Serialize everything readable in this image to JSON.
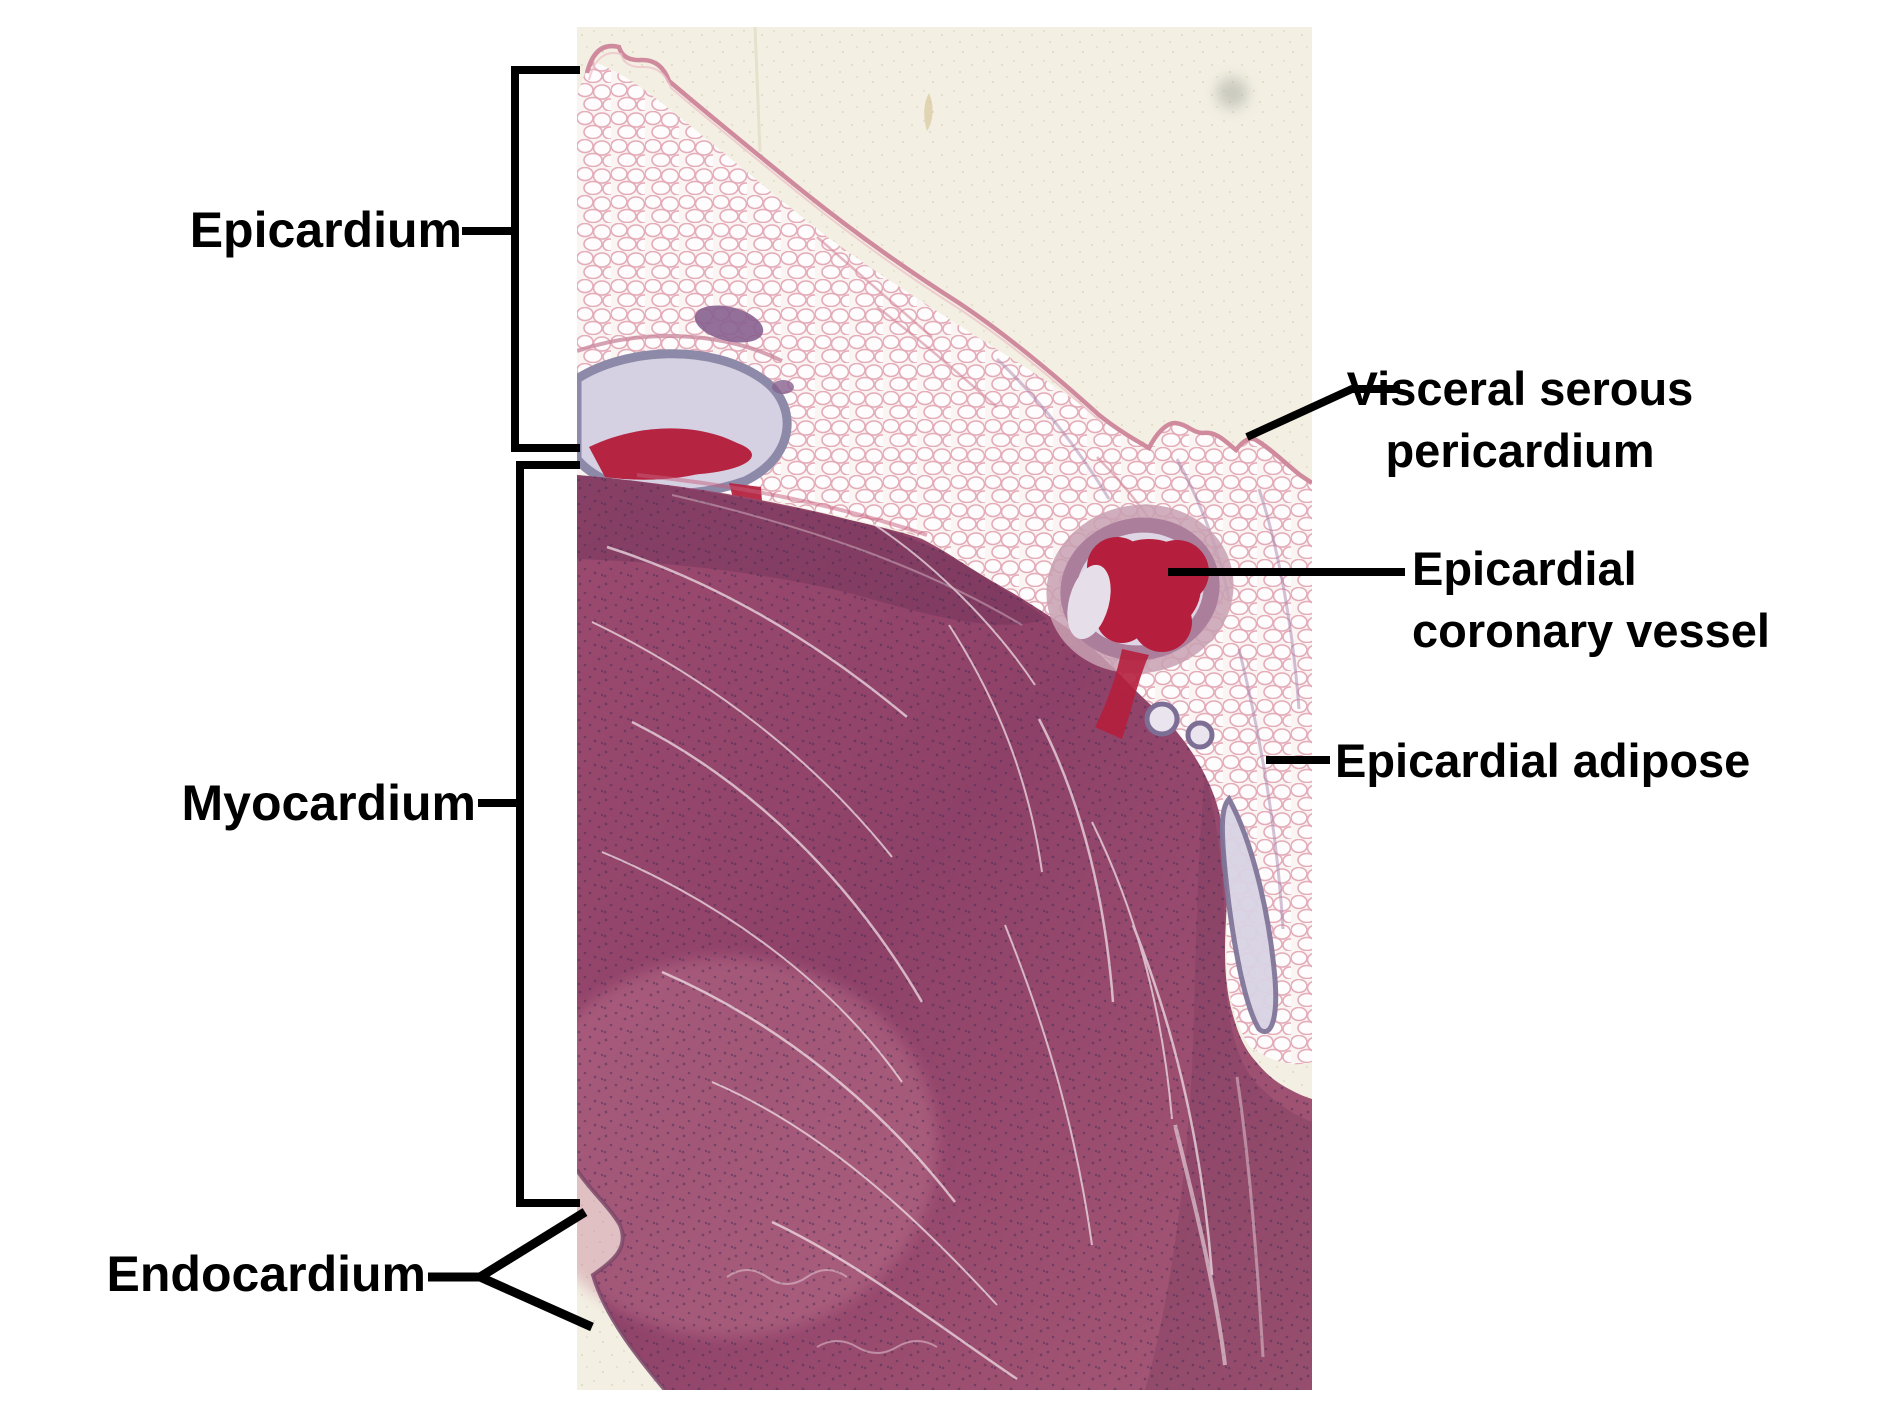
{
  "figure": {
    "type": "labeled histology micrograph",
    "subject": "heart wall layers, H&E stained section"
  },
  "labels": {
    "epicardium": "Epicardium",
    "myocardium": "Myocardium",
    "endocardium": "Endocardium",
    "visceral_line1": "Visceral serous",
    "visceral_line2": "pericardium",
    "coronary_line1": "Epicardial",
    "coronary_line2": "coronary vessel",
    "adipose": "Epicardial adipose"
  },
  "palette": {
    "page_background": "#ffffff",
    "annotation_color": "#000000",
    "slide_background": "#f3f0e3",
    "adipose_cell_stroke": "#e4abb9",
    "serous_membrane": "#cf8a9d",
    "myocardium_base": "#9c4b6f",
    "myocardium_dark": "#6f3458",
    "vessel_wall": "#8d89a8",
    "blood": "#b51f3d"
  }
}
